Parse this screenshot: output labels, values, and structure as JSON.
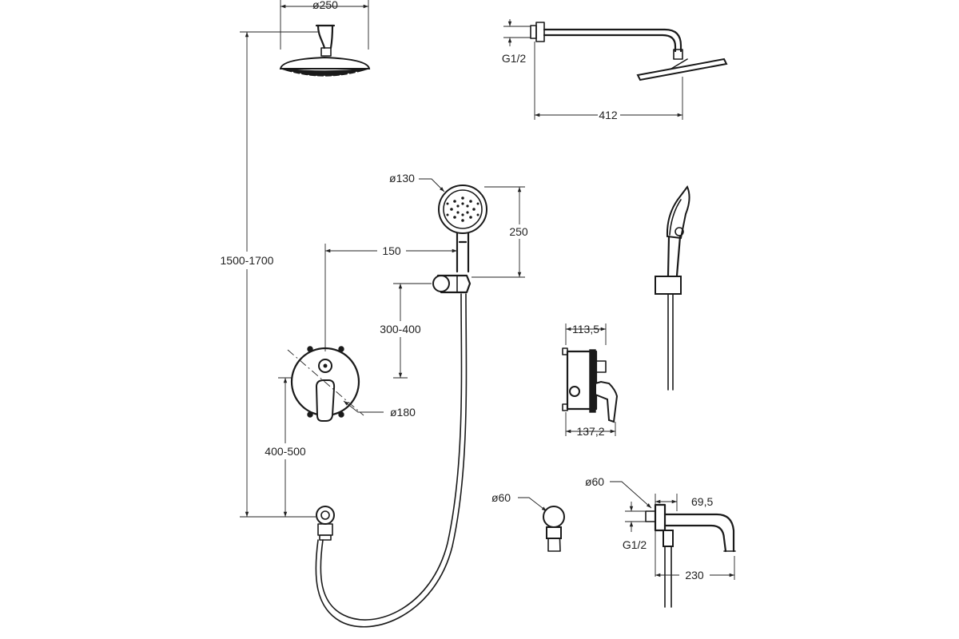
{
  "dimensions": {
    "overhead_diameter": "ø250",
    "arm_thread": "G1/2",
    "arm_length": "412",
    "hand_shower_diameter": "ø130",
    "hand_shower_height": "250",
    "hand_shower_offset": "150",
    "total_height": "1500-1700",
    "holder_height": "300-400",
    "mixer_height": "400-500",
    "mixer_diameter": "ø180",
    "box_depth": "113,5",
    "total_depth": "137,2",
    "outlet_diameter": "ø60",
    "spout_diameter": "ø60",
    "spout_projection": "69,5",
    "spout_thread": "G1/2",
    "spout_length": "230"
  }
}
